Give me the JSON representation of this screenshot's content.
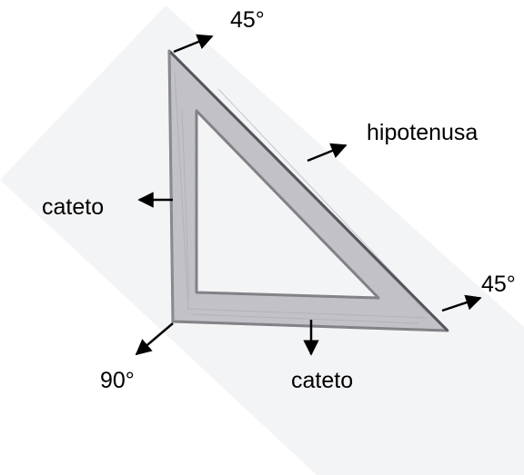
{
  "labels": {
    "top_angle": "45°",
    "hypotenuse": "hipotenusa",
    "left_leg": "cateto",
    "right_angle_corner": "45°",
    "right_angle": "90°",
    "bottom_leg": "cateto"
  },
  "colors": {
    "paper": "#f3f4f6",
    "set_square_fill": "#c2c2c9",
    "set_square_edge": "#77777e",
    "arrow": "#000000",
    "text": "#000000"
  }
}
